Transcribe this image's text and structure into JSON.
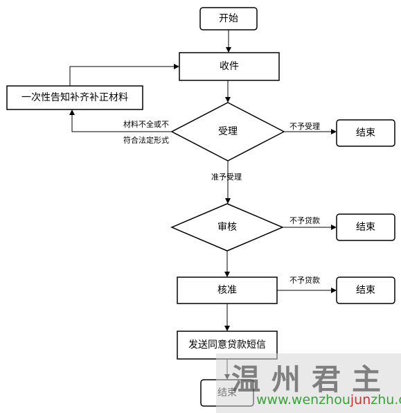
{
  "nodes": {
    "start": "开始",
    "receive": "收件",
    "notify": "一次性告知补齐补正材料",
    "accept": "受理",
    "end_reject": "结束",
    "review": "审核",
    "end_review": "结束",
    "approve": "核准",
    "end_approve": "结束",
    "sms": "发送同意贷款短信",
    "end_final": "结束"
  },
  "edges": {
    "materials_line1": "材料不全或不",
    "materials_line2": "符合法定形式",
    "not_accepted": "不予受理",
    "to_accept": "准予受理",
    "no_loan_review": "不予贷款",
    "no_loan_approve": "不予贷款"
  },
  "watermark": {
    "chinese": "温州君主",
    "url_a": "www.",
    "url_b": "wenzhou",
    "url_c": "jun",
    "url_d": "zhu",
    "url_e": ".com"
  }
}
